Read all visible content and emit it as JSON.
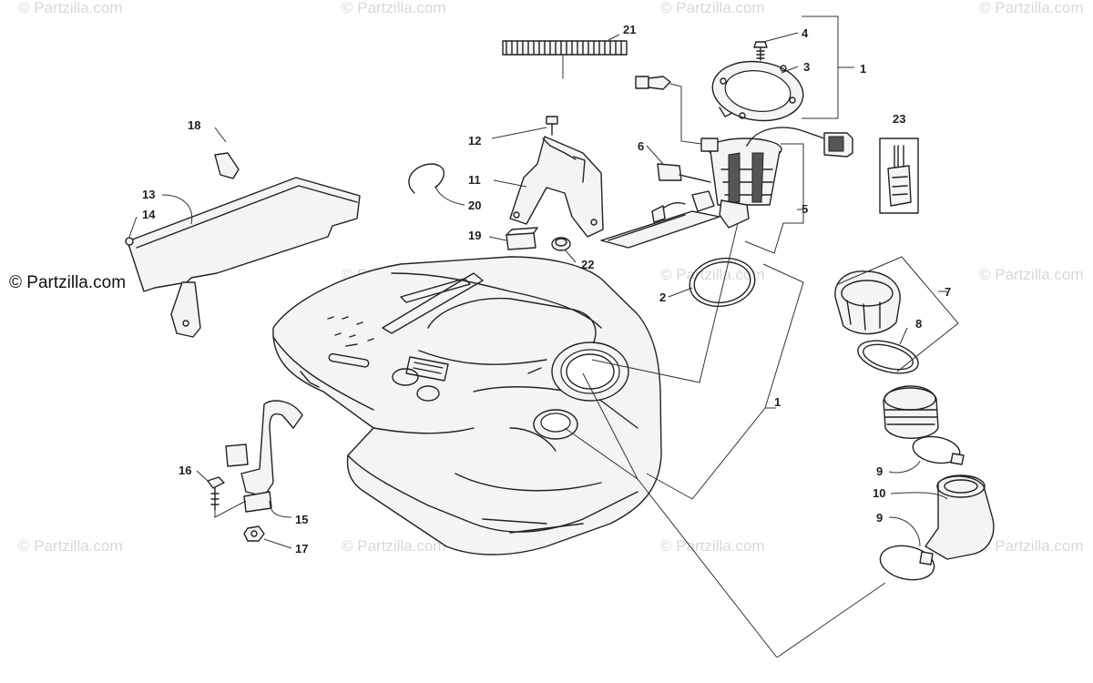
{
  "watermark": {
    "text": "© Partzilla.com",
    "main_text": "© Partzilla.com"
  },
  "callouts": [
    {
      "id": "c1a",
      "label": "1"
    },
    {
      "id": "c1b",
      "label": "1"
    },
    {
      "id": "c2",
      "label": "2"
    },
    {
      "id": "c3",
      "label": "3"
    },
    {
      "id": "c4",
      "label": "4"
    },
    {
      "id": "c5",
      "label": "5"
    },
    {
      "id": "c6",
      "label": "6"
    },
    {
      "id": "c7",
      "label": "7"
    },
    {
      "id": "c8",
      "label": "8"
    },
    {
      "id": "c9a",
      "label": "9"
    },
    {
      "id": "c9b",
      "label": "9"
    },
    {
      "id": "c10",
      "label": "10"
    },
    {
      "id": "c11",
      "label": "11"
    },
    {
      "id": "c12",
      "label": "12"
    },
    {
      "id": "c13",
      "label": "13"
    },
    {
      "id": "c14",
      "label": "14"
    },
    {
      "id": "c15",
      "label": "15"
    },
    {
      "id": "c16",
      "label": "16"
    },
    {
      "id": "c17",
      "label": "17"
    },
    {
      "id": "c18",
      "label": "18"
    },
    {
      "id": "c19",
      "label": "19"
    },
    {
      "id": "c20",
      "label": "20"
    },
    {
      "id": "c21",
      "label": "21"
    },
    {
      "id": "c22",
      "label": "22"
    },
    {
      "id": "c23",
      "label": "23"
    }
  ]
}
